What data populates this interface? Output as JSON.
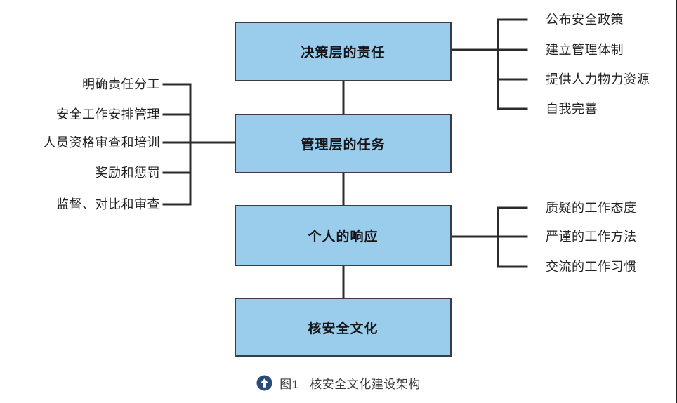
{
  "diagram": {
    "type": "hierarchy-tree",
    "nodes": [
      {
        "id": "node-1",
        "label": "决策层的责任"
      },
      {
        "id": "node-2",
        "label": "管理层的任务"
      },
      {
        "id": "node-3",
        "label": "个人的响应"
      },
      {
        "id": "node-4",
        "label": "核安全文化"
      }
    ],
    "branches_right_node_1": [
      "公布安全政策",
      "建立管理体制",
      "提供人力物力资源",
      "自我完善"
    ],
    "branches_left_node_2": [
      "明确责任分工",
      "安全工作安排管理",
      "人员资格审查和培训",
      "奖励和惩罚",
      "监督、对比和审查"
    ],
    "branches_right_node_3": [
      "质疑的工作态度",
      "严谨的工作方法",
      "交流的工作习惯"
    ]
  },
  "caption": {
    "icon": "circle-up-arrow-icon",
    "text": "图1   核安全文化建设架构"
  },
  "colors": {
    "box_fill": "#9ACDEC",
    "box_border": "#3b3b47",
    "line": "#2b2b2b",
    "caption_icon": "#2a4a7c",
    "text": "#232323"
  }
}
